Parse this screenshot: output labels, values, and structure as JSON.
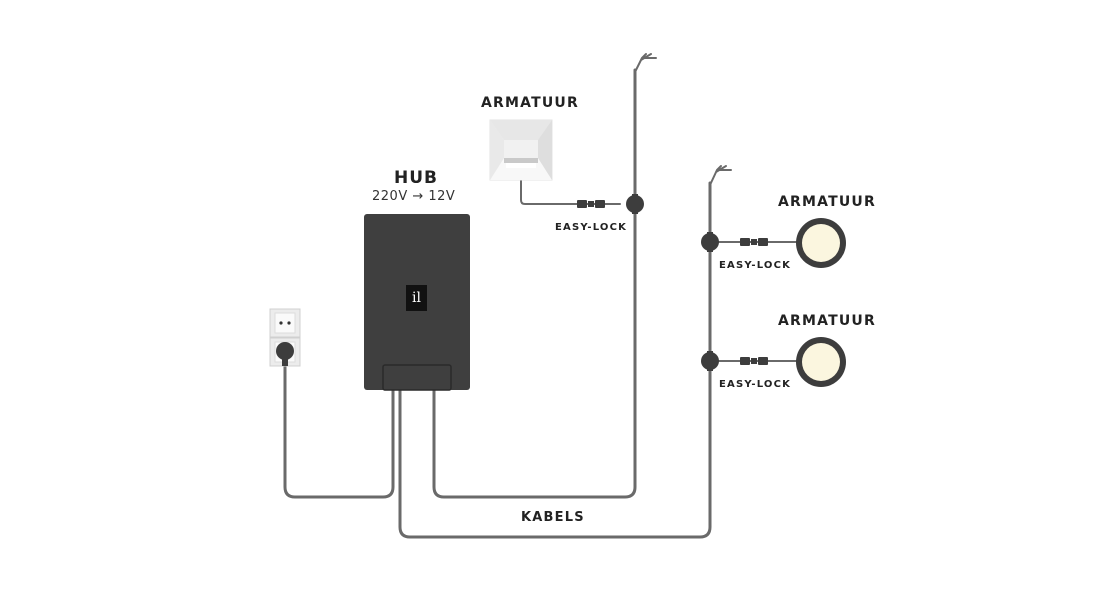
{
  "hub": {
    "title": "HUB",
    "voltage": "220V → 12V",
    "logo_text": "il"
  },
  "fixture_labels": {
    "square": "ARMATUUR",
    "round_1": "ARMATUUR",
    "round_2": "ARMATUUR"
  },
  "connector_labels": {
    "c1": "EASY-LOCK",
    "c2": "EASY-LOCK",
    "c3": "EASY-LOCK"
  },
  "cables_label": "KABELS",
  "colors": {
    "cable": "#6a6a6a",
    "hub_body": "#3f3f3f",
    "lamp_ring": "#3d3d3d",
    "lamp_face": "#fbf6df",
    "outlet": "#ececec"
  },
  "icons": [
    "wall-outlet-icon",
    "plug-icon",
    "square-fixture-icon",
    "round-fixture-icon",
    "easy-lock-connector-icon",
    "junction-icon",
    "cable-end-icon"
  ]
}
